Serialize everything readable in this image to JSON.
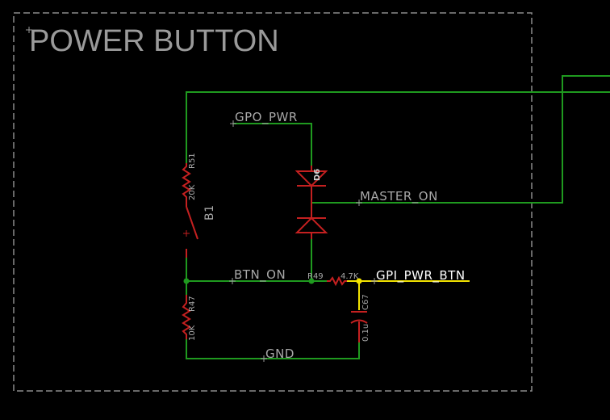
{
  "sheet": {
    "title": "POWER BUTTON"
  },
  "nets": {
    "gpo_pwr": "GPO_PWR",
    "master_on": "MASTER_ON",
    "btn_on": "BTN_ON",
    "gpi_pwr_btn": "GPI_PWR_BTN",
    "gnd": "GND"
  },
  "parts": {
    "r51": {
      "ref": "R51",
      "value": "20K"
    },
    "b1": {
      "ref": "B1"
    },
    "d6": {
      "ref": "D6"
    },
    "r49": {
      "ref": "R49",
      "value": "4.7K"
    },
    "r47": {
      "ref": "R47",
      "value": "10K"
    },
    "c67": {
      "ref": "C67",
      "value": "0.1u"
    }
  },
  "colors": {
    "background": "#000000",
    "wire": "#1f9a1f",
    "highlighted_wire": "#f2e200",
    "symbol": "#c42020",
    "frame": "#8a8a8a"
  }
}
